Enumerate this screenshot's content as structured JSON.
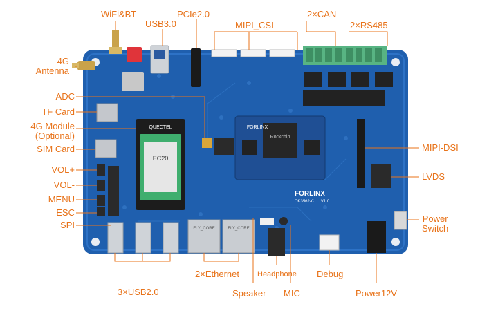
{
  "labels": {
    "wifi_bt": "WiFi&BT",
    "usb3": "USB3.0",
    "pcie": "PCIe2.0",
    "mipi_csi": "MIPI_CSI",
    "can": "2×CAN",
    "rs485": "2×RS485",
    "antenna_4g": "4G\nAntenna",
    "adc": "ADC",
    "tf_card": "TF Card",
    "module_4g": "4G Module\n(Optional)",
    "sim_card": "SIM Card",
    "vol_plus": "VOL+",
    "vol_minus": "VOL-",
    "menu": "MENU",
    "esc": "ESC",
    "spi": "SPI",
    "usb2": "3×USB2.0",
    "ethernet": "2×Ethernet",
    "speaker": "Speaker",
    "headphone": "Headphone",
    "mic": "MIC",
    "debug": "Debug",
    "power12v": "Power12V",
    "mipi_dsi": "MIPI-DSI",
    "lvds": "LVDS",
    "power_switch": "Power\nSwitch"
  },
  "board_text": {
    "brand": "FORLINX",
    "model": "OK3562-C",
    "version": "V1.0",
    "som_brand": "FORLINX",
    "cpu_brand": "Rockchip",
    "module_brand": "QUECTEL",
    "module_model": "EC20",
    "eth_left": "FLY_CORE",
    "eth_right": "FLY_CORE"
  },
  "colors": {
    "label": "#e8731a",
    "line": "#e8731a",
    "board": "#1f5fae",
    "board_dark": "#17488a",
    "terminal": "#58b483",
    "module": "#3fae6e",
    "connector": "#e9e9e9"
  }
}
